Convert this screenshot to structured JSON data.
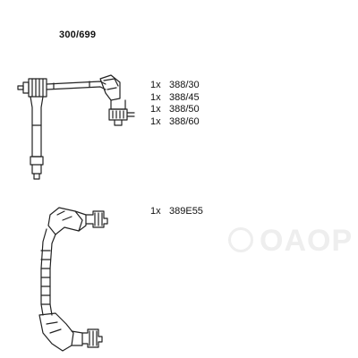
{
  "part_number": "300/699",
  "watermark": "OAOP",
  "top_set": [
    {
      "qty": "1x",
      "code": "388/30"
    },
    {
      "qty": "1x",
      "code": "388/45"
    },
    {
      "qty": "1x",
      "code": "388/50"
    },
    {
      "qty": "1x",
      "code": "388/60"
    }
  ],
  "bottom_set": [
    {
      "qty": "1x",
      "code": "389E55"
    }
  ],
  "colors": {
    "line": "#222222",
    "watermark": "#eeeeee"
  }
}
